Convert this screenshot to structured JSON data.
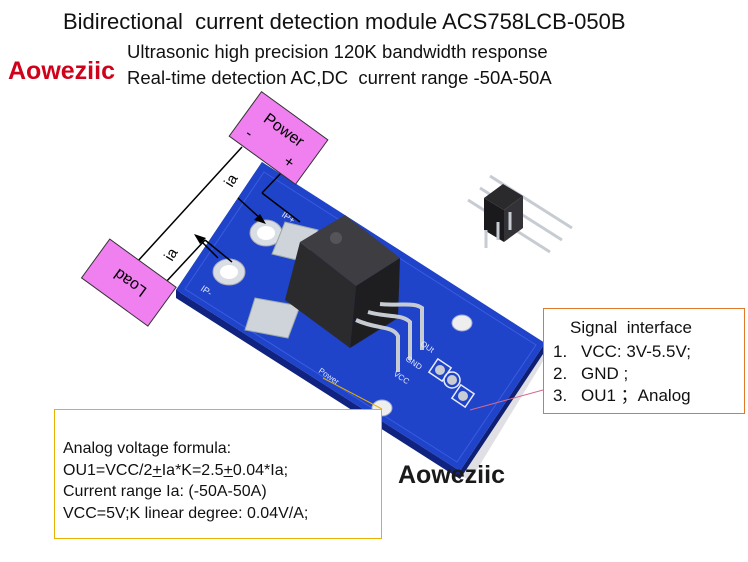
{
  "title": "Bidirectional  current detection module ACS758LCB-050B",
  "brand_top": "Aoweziic",
  "subtitle_line1": "Ultrasonic high precision 120K bandwidth response",
  "subtitle_line2": "Real-time detection AC,DC  current range -50A-50A",
  "brand_bottom": "Aoweziic",
  "labels": {
    "power": "Power",
    "minus": "-",
    "plus": "+",
    "load": "Load",
    "ia_top": "ia",
    "ia_left": "ia",
    "ip_plus": "IP+",
    "ip_minus": "IP-",
    "pcb_power": "Power",
    "pin_out": "OUt",
    "pin_gnd": "GND",
    "pin_vcc": "VCC"
  },
  "signal_interface": {
    "title": "Signal  interface",
    "items": [
      {
        "num": "1.",
        "text": "VCC: 3V-5.5V;"
      },
      {
        "num": "2.",
        "text": "GND ;"
      },
      {
        "num": "3.",
        "text": "OU1 ；Analog"
      }
    ]
  },
  "formula": {
    "line1": "Analog voltage formula:",
    "line2_a": "OU1=VCC/2",
    "line2_pm1": "+",
    "line2_b": "Ia*K=2.5",
    "line2_pm2": "+",
    "line2_c": "0.04*Ia;",
    "line3": "Current range Ia: (-50A-50A)",
    "line4": "VCC=5V;K linear degree: 0.04V/A;"
  },
  "colors": {
    "pcb": "#1f43c9",
    "pcb_dark": "#17309a",
    "label_box": "#f07ff0",
    "sensor": "#2b2b2e",
    "brand_red": "#d0021b"
  }
}
